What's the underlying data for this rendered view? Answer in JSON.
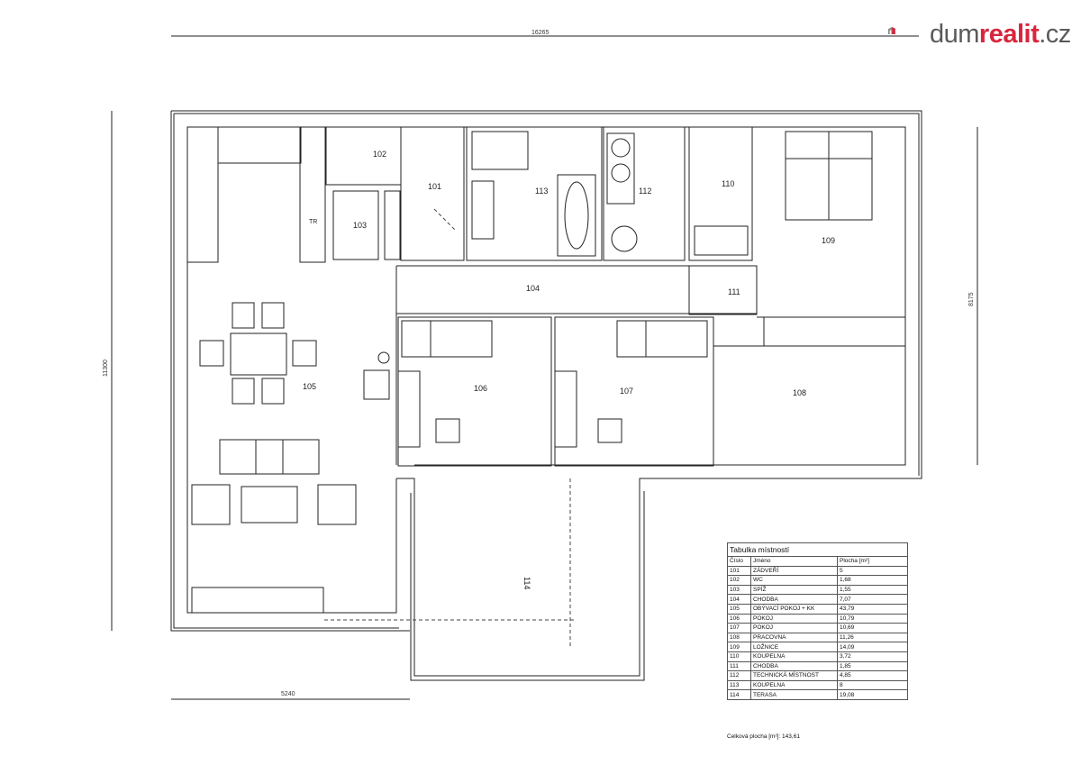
{
  "brand": {
    "name_part1": "dum",
    "name_part2": "realit",
    "name_part3": ".cz",
    "accent": "#d7263d",
    "gray": "#5a5a5a"
  },
  "dimensions": {
    "top": "16265",
    "bottom": "5240",
    "left": "11300",
    "right": "8175"
  },
  "labels": {
    "tr": "TR"
  },
  "rooms": {
    "r101": "101",
    "r102": "102",
    "r103": "103",
    "r104": "104",
    "r105": "105",
    "r106": "106",
    "r107": "107",
    "r108": "108",
    "r109": "109",
    "r110": "110",
    "r111": "111",
    "r112": "112",
    "r113": "113",
    "r114": "114"
  },
  "table": {
    "title": "Tabulka místností",
    "headers": [
      "Číslo",
      "Jméno",
      "Plocha [m²]"
    ],
    "rows": [
      [
        "101",
        "ZÁDVEŘÍ",
        "5"
      ],
      [
        "102",
        "WC",
        "1,68"
      ],
      [
        "103",
        "SPÍŽ",
        "1,55"
      ],
      [
        "104",
        "CHODBA",
        "7,07"
      ],
      [
        "105",
        "OBÝVACÍ POKOJ + KK",
        "43,79"
      ],
      [
        "106",
        "POKOJ",
        "10,79"
      ],
      [
        "107",
        "POKOJ",
        "10,69"
      ],
      [
        "108",
        "PRACOVNA",
        "11,26"
      ],
      [
        "109",
        "LOŽNICE",
        "14,09"
      ],
      [
        "110",
        "KOUPELNA",
        "3,72"
      ],
      [
        "111",
        "CHODBA",
        "1,85"
      ],
      [
        "112",
        "TECHNICKÁ MÍSTNOST",
        "4,85"
      ],
      [
        "113",
        "KOUPELNA",
        "8"
      ],
      [
        "114",
        "TERASA",
        "19,08"
      ]
    ],
    "total": "Celková plocha [m²]: 143,61"
  }
}
